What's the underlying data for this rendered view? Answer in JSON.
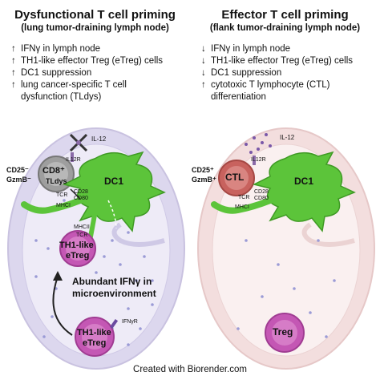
{
  "left": {
    "title": "Dysfunctional T cell priming",
    "subtitle": "(lung tumor-draining lymph node)",
    "bullets": [
      {
        "arrow": "↑",
        "text": "IFNγ in lymph node"
      },
      {
        "arrow": "↑",
        "text": "TH1-like effector Treg (eTreg) cells"
      },
      {
        "arrow": "↑",
        "text": "DC1 suppression"
      },
      {
        "arrow": "↑",
        "text": "lung cancer-specific T cell"
      },
      {
        "arrow": "",
        "text": "dysfunction (TLdys)"
      }
    ],
    "labels": {
      "il12": "IL-12",
      "il12r": "IL12R",
      "cd25": "CD25⁻",
      "gzmb": "GzmB⁻",
      "cd8": "CD8⁺",
      "tldys": "TLdys",
      "dc1": "DC1",
      "tcr": "TCR",
      "cd28": "CD28",
      "cd80": "CD80",
      "mhci": "MHCI",
      "mhcii": "MHCII",
      "tcr2": "TCR",
      "th1a": "TH1-like",
      "etreg_a": "eTreg",
      "abundant1": "Abundant IFNγ in",
      "abundant2": "microenvironment",
      "ifnyr": "IFNγR",
      "th1b": "TH1-like",
      "etreg_b": "eTreg"
    }
  },
  "right": {
    "title": "Effector T cell priming",
    "subtitle": "(flank tumor-draining lymph node)",
    "bullets": [
      {
        "arrow": "↓",
        "text": "IFNγ in lymph node"
      },
      {
        "arrow": "↓",
        "text": "TH1-like effector Treg (eTreg) cells"
      },
      {
        "arrow": "↓",
        "text": "DC1 suppression"
      },
      {
        "arrow": "↑",
        "text": "cytotoxic T lymphocyte (CTL)"
      },
      {
        "arrow": "",
        "text": "differentiation"
      }
    ],
    "labels": {
      "il12": "IL-12",
      "il12r": "IL12R",
      "cd25": "CD25⁺",
      "gzmb": "GzmB⁺",
      "ctl": "CTL",
      "dc1": "DC1",
      "tcr": "TCR",
      "cd28": "CD28",
      "cd80": "CD80",
      "mhci": "MHCI",
      "treg": "Treg"
    }
  },
  "footer": "Created with Biorender.com",
  "colors": {
    "node_left": "#d9d3ea",
    "node_right": "#f3dede",
    "dc1": "#5cc43a",
    "treg": "#c457b4",
    "cd8": "#a0a0a0",
    "ctl": "#c8625e",
    "dots": "#9b9bd6"
  }
}
